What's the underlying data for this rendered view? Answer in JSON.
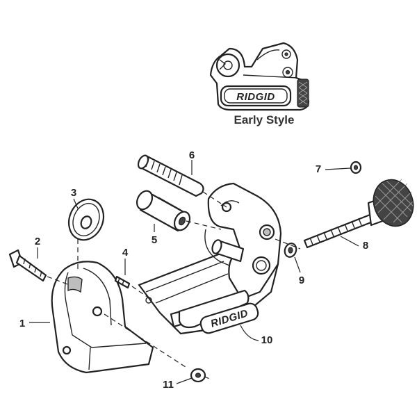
{
  "early_style": {
    "caption": "Early Style",
    "logo_text": "RIDGID"
  },
  "main_body": {
    "logo_text": "RIDGID"
  },
  "callouts": [
    {
      "id": "1",
      "text": "1"
    },
    {
      "id": "2",
      "text": "2"
    },
    {
      "id": "3",
      "text": "3"
    },
    {
      "id": "4",
      "text": "4"
    },
    {
      "id": "5",
      "text": "5"
    },
    {
      "id": "6",
      "text": "6"
    },
    {
      "id": "7",
      "text": "7"
    },
    {
      "id": "8",
      "text": "8"
    },
    {
      "id": "9",
      "text": "9"
    },
    {
      "id": "10",
      "text": "10"
    },
    {
      "id": "11",
      "text": "11"
    }
  ]
}
